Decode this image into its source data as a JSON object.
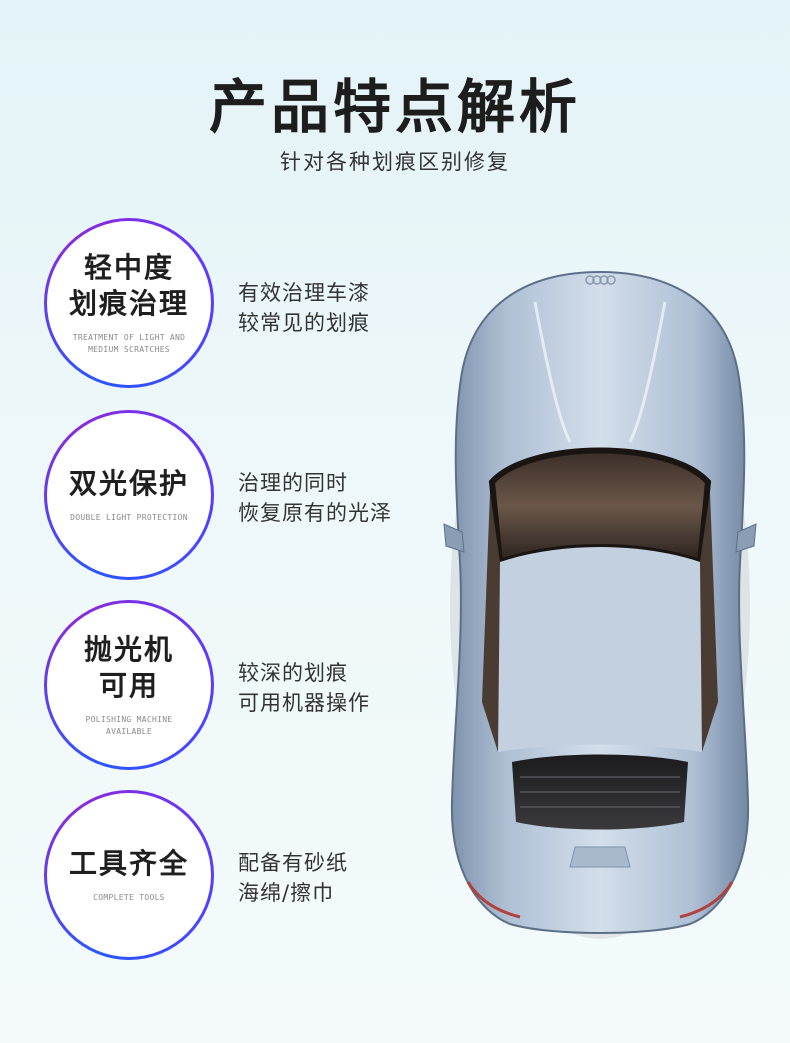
{
  "header": {
    "title": "产品特点解析",
    "subtitle": "针对各种划痕区别修复"
  },
  "features": [
    {
      "title_line1": "轻中度",
      "title_line2": "划痕治理",
      "en_line1": "TREATMENT OF LIGHT AND",
      "en_line2": "MEDIUM SCRATCHES",
      "desc_line1": "有效治理车漆",
      "desc_line2": "较常见的划痕"
    },
    {
      "title_line1": "双光保护",
      "title_line2": "",
      "en_line1": "DOUBLE LIGHT PROTECTION",
      "en_line2": "",
      "desc_line1": "治理的同时",
      "desc_line2": "恢复原有的光泽"
    },
    {
      "title_line1": "抛光机",
      "title_line2": "可用",
      "en_line1": "POLISHING MACHINE",
      "en_line2": "AVAILABLE",
      "desc_line1": "较深的划痕",
      "desc_line2": "可用机器操作"
    },
    {
      "title_line1": "工具齐全",
      "title_line2": "",
      "en_line1": "COMPLETE TOOLS",
      "en_line2": "",
      "desc_line1": "配备有砂纸",
      "desc_line2": "海绵/擦巾"
    }
  ],
  "colors": {
    "ring_start": "#2a56ff",
    "ring_end": "#8a2bd8",
    "car_body": "#b8c8dc",
    "background": "#e3f3f7"
  }
}
